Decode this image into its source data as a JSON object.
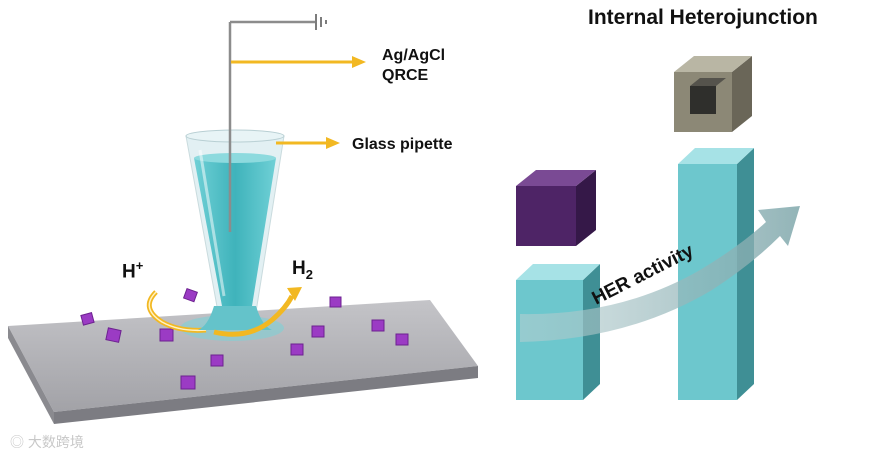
{
  "title": "Internal Heterojunction",
  "labels": {
    "electrode_line1": "Ag/AgCl",
    "electrode_line2": "QRCE",
    "pipette": "Glass pipette",
    "proton": "H",
    "proton_sup": "+",
    "hydrogen": "H",
    "hydrogen_sub": "2",
    "activity": "HER activity"
  },
  "watermark": "大数跨境",
  "colors": {
    "arrow_gold": "#f2b822",
    "pipette_liquid": "#5ec6cc",
    "pillar_cyan": "#6dc7cd",
    "cube_purple": "#5a2a74",
    "particle_magenta": "#9b3bc4",
    "hollow_cube": "#8c8876",
    "substrate": "#a9a9ad"
  }
}
